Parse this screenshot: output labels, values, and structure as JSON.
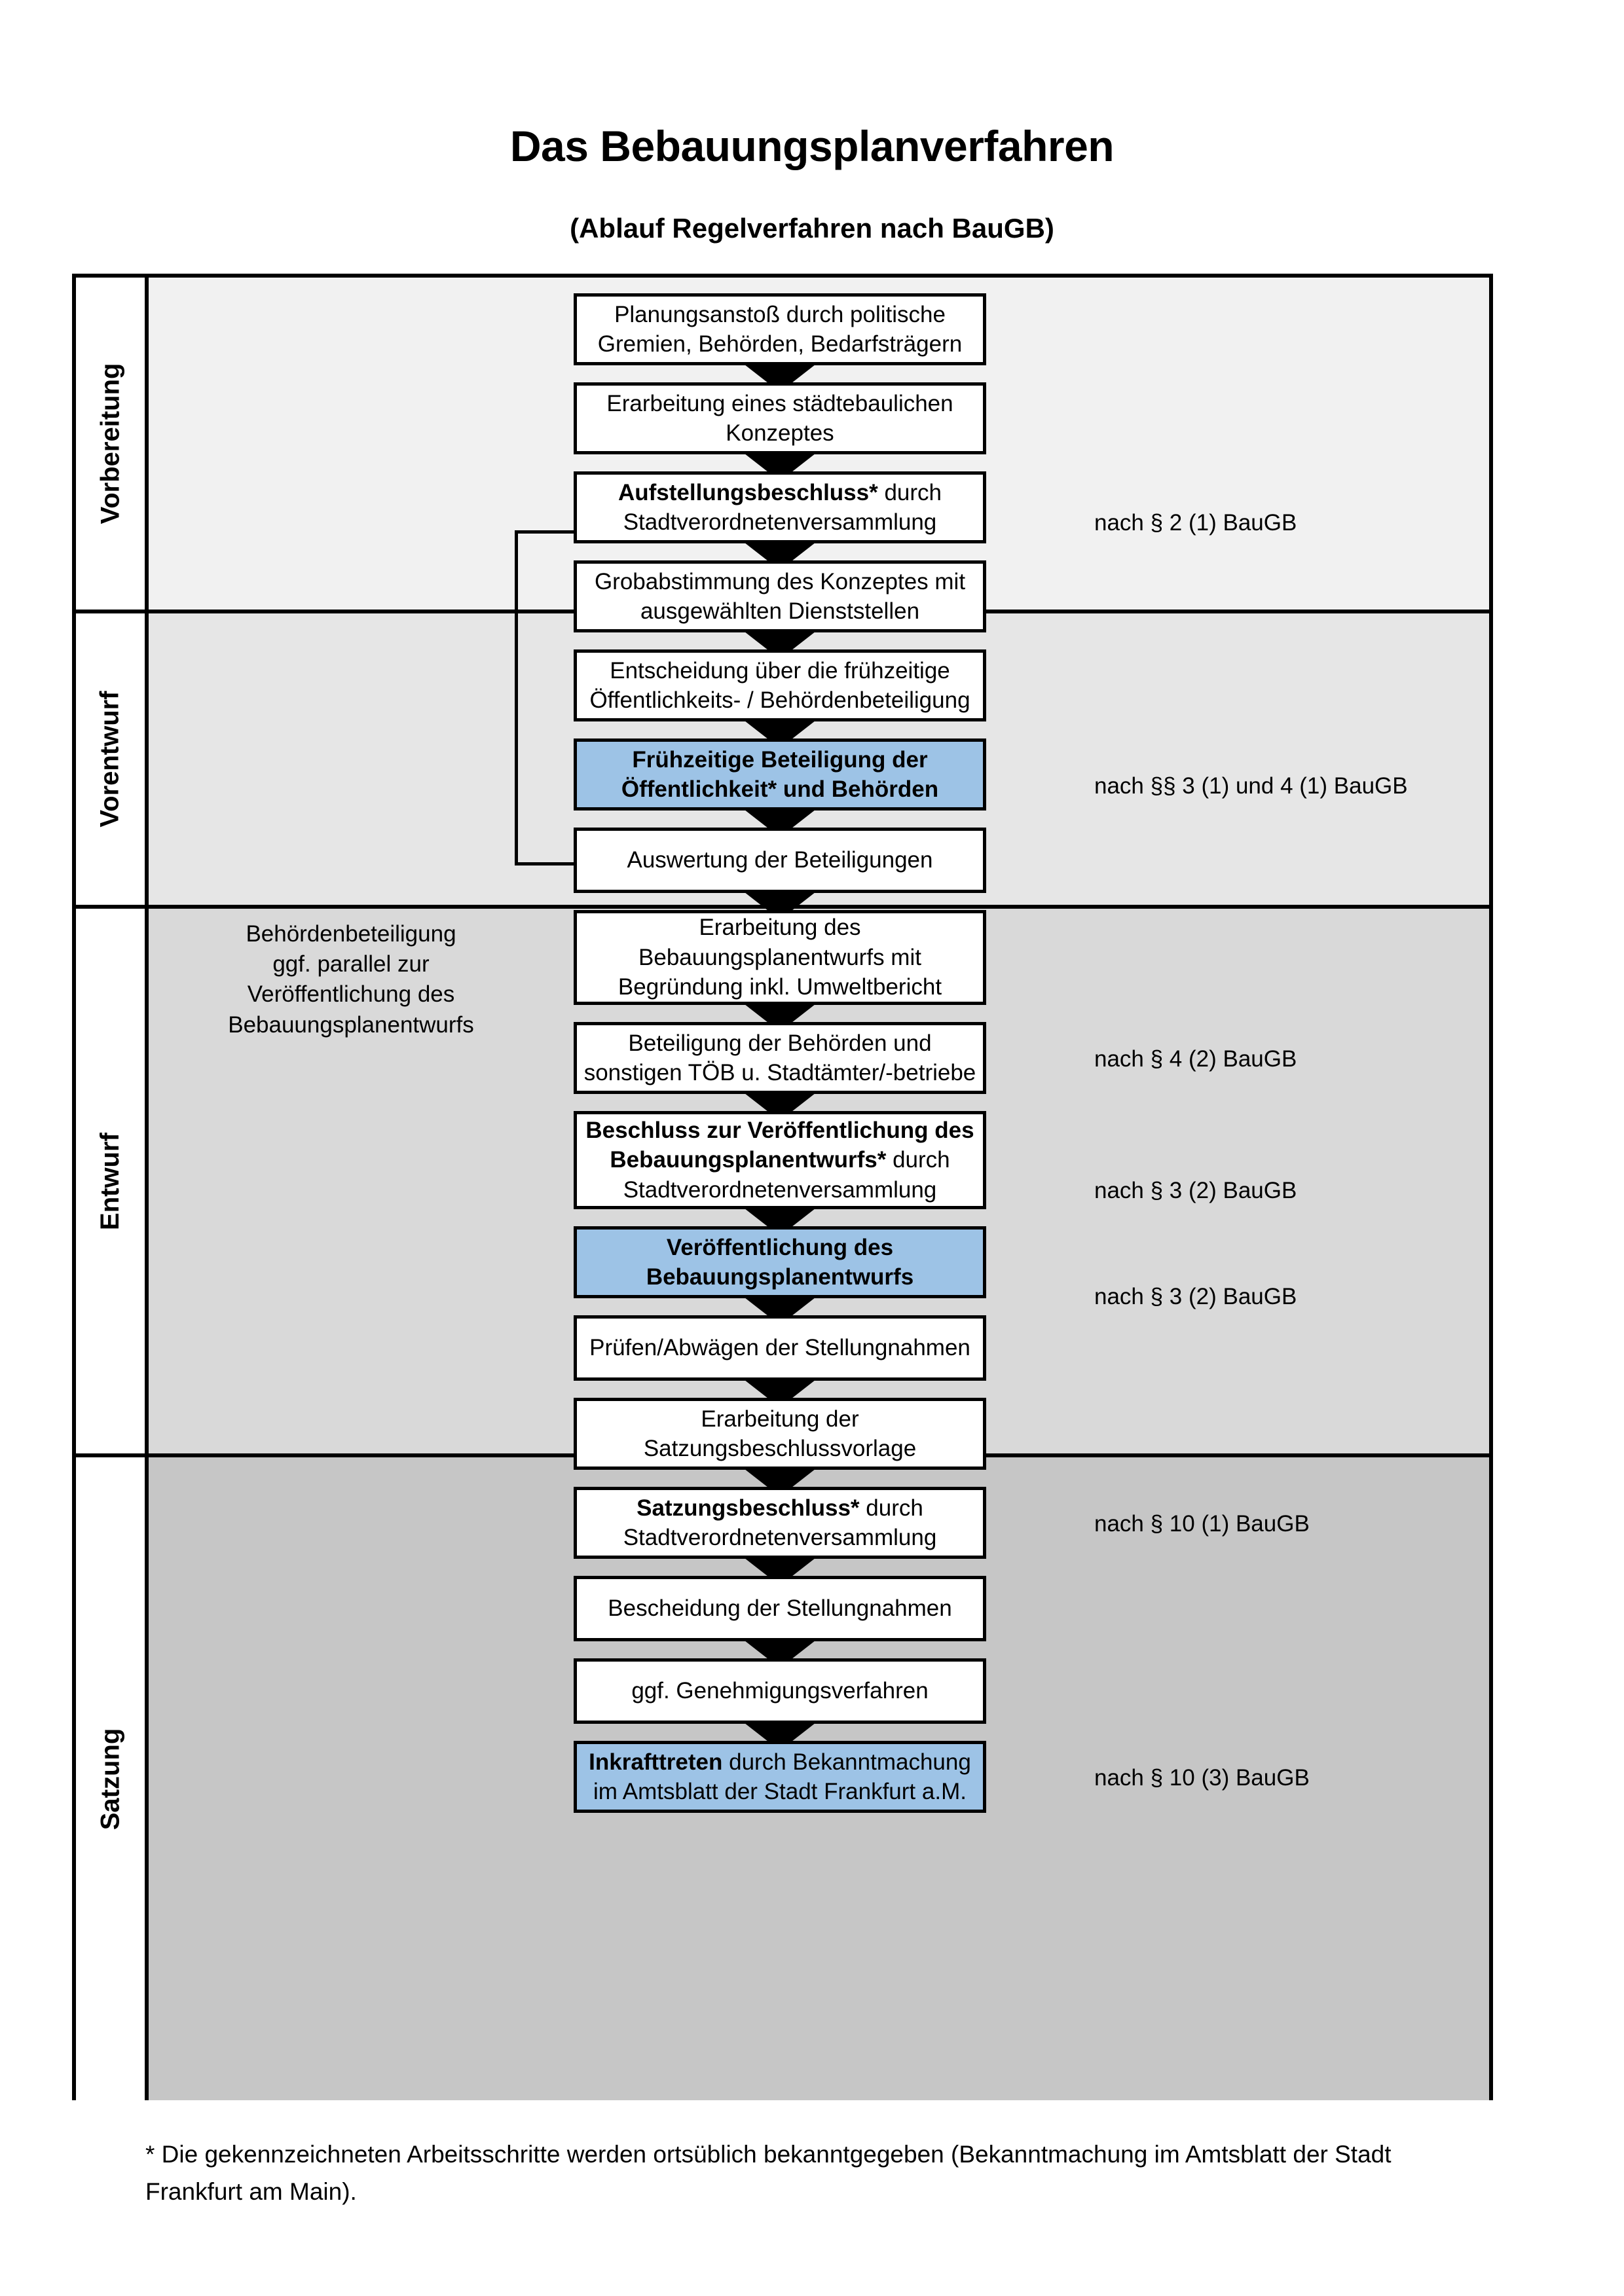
{
  "header": {
    "title": "Das Bebauungsplanverfahren",
    "subtitle": "(Ablauf Regelverfahren nach BauGB)"
  },
  "sections": [
    {
      "id": "vorbereitung",
      "label": "Vorbereitung",
      "background": "#F1F1F1"
    },
    {
      "id": "vorentwurf",
      "label": "Vorentwurf",
      "background": "#E6E6E6"
    },
    {
      "id": "entwurf",
      "label": "Entwurf",
      "background": "#D9D9D9"
    },
    {
      "id": "satzung",
      "label": "Satzung",
      "background": "#C6C6C6"
    }
  ],
  "steps": [
    {
      "id": "s1",
      "section": "vorbereitung",
      "highlight": false,
      "lines": [
        "Planungsanstoß durch politische",
        "Gremien, Behörden, Bedarfsträgern"
      ]
    },
    {
      "id": "s2",
      "section": "vorbereitung",
      "highlight": false,
      "lines": [
        "Erarbeitung eines städtebaulichen",
        "Konzeptes"
      ]
    },
    {
      "id": "s3",
      "section": "vorbereitung",
      "highlight": false,
      "bold_prefix": "Aufstellungsbeschluss*",
      "rest_first_line": " durch",
      "lines": [
        "Aufstellungsbeschluss* durch",
        "Stadtverordnetenversammlung"
      ]
    },
    {
      "id": "s4",
      "section": "vorentwurf",
      "highlight": false,
      "lines": [
        "Grobabstimmung des Konzeptes mit",
        "ausgewählten Dienststellen"
      ]
    },
    {
      "id": "s5",
      "section": "vorentwurf",
      "highlight": false,
      "lines": [
        "Entscheidung über die frühzeitige",
        "Öffentlichkeits- / Behördenbeteiligung"
      ]
    },
    {
      "id": "s6",
      "section": "vorentwurf",
      "highlight": true,
      "all_bold": true,
      "lines": [
        "Frühzeitige Beteiligung der",
        "Öffentlichkeit* und Behörden"
      ]
    },
    {
      "id": "s7",
      "section": "entwurf",
      "highlight": false,
      "lines": [
        "Auswertung der Beteiligungen"
      ]
    },
    {
      "id": "s8",
      "section": "entwurf",
      "highlight": false,
      "lines": [
        "Erarbeitung des",
        "Bebauungsplanentwurfs mit",
        "Begründung inkl. Umweltbericht"
      ]
    },
    {
      "id": "s9",
      "section": "entwurf",
      "highlight": false,
      "lines": [
        "Beteiligung der Behörden und",
        "sonstigen TÖB u. Stadtämter/-betriebe"
      ]
    },
    {
      "id": "s10",
      "section": "entwurf",
      "highlight": false,
      "bold_prefix": "Beschluss zur Veröffentlichung des Bebauungsplanentwurfs*",
      "lines": [
        "Beschluss zur Veröffentlichung des",
        "Bebauungsplanentwurfs* durch",
        "Stadtverordnetenversammlung"
      ]
    },
    {
      "id": "s11",
      "section": "entwurf",
      "highlight": true,
      "all_bold": true,
      "lines": [
        "Veröffentlichung des",
        "Bebauungsplanentwurfs"
      ]
    },
    {
      "id": "s12",
      "section": "satzung",
      "highlight": false,
      "lines": [
        "Prüfen/Abwägen der Stellungnahmen"
      ]
    },
    {
      "id": "s13",
      "section": "satzung",
      "highlight": false,
      "lines": [
        "Erarbeitung der",
        "Satzungsbeschlussvorlage"
      ]
    },
    {
      "id": "s14",
      "section": "satzung",
      "highlight": false,
      "bold_prefix": "Satzungsbeschluss*",
      "rest_first_line": " durch",
      "lines": [
        "Satzungsbeschluss* durch",
        "Stadtverordnetenversammlung"
      ]
    },
    {
      "id": "s15",
      "section": "satzung",
      "highlight": false,
      "lines": [
        "Bescheidung der Stellungnahmen"
      ]
    },
    {
      "id": "s16",
      "section": "satzung",
      "highlight": false,
      "lines": [
        "ggf. Genehmigungsverfahren"
      ]
    },
    {
      "id": "s17",
      "section": "satzung",
      "highlight": true,
      "bold_prefix": "Inkrafttreten",
      "rest_first_line": " durch Bekanntmachung",
      "lines": [
        "Inkrafttreten durch Bekanntmachung",
        "im Amtsblatt der Stadt Frankfurt a.M."
      ]
    }
  ],
  "legal_refs": [
    {
      "id": "l1",
      "text": "nach § 2 (1) BauGB",
      "for_step": "s3"
    },
    {
      "id": "l2",
      "text": "nach §§ 3 (1) und 4 (1) BauGB",
      "for_step": "s6"
    },
    {
      "id": "l3",
      "text": "nach § 4 (2) BauGB",
      "for_step": "s9"
    },
    {
      "id": "l4",
      "text": "nach § 3 (2) BauGB",
      "for_step": "s10"
    },
    {
      "id": "l5",
      "text": "nach § 3 (2) BauGB",
      "for_step": "s11"
    },
    {
      "id": "l6",
      "text": "nach § 10 (1) BauGB",
      "for_step": "s14"
    },
    {
      "id": "l7",
      "text": "nach § 10 (3) BauGB",
      "for_step": "s17"
    }
  ],
  "side_note": {
    "lines": [
      "Behördenbeteiligung",
      "ggf. parallel zur",
      "Veröffentlichung des",
      "Bebauungsplanentwurfs"
    ]
  },
  "footnote": {
    "text": "* Die gekennzeichneten Arbeitsschritte werden ortsüblich bekanntgegeben (Bekanntmachung im Amtsblatt  der Stadt Frankfurt am Main)."
  },
  "colors": {
    "highlight_blue": "#9DC3E6",
    "band_1": "#F1F1F1",
    "band_2": "#E6E6E6",
    "band_3": "#D9D9D9",
    "band_4": "#C6C6C6",
    "stroke": "#000000"
  }
}
